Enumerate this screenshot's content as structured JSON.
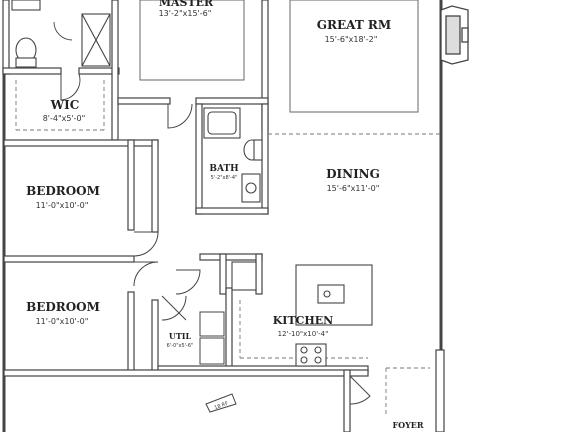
{
  "rooms": {
    "master": {
      "name": "MASTER",
      "dims": "13'-2\"x15'-6\""
    },
    "great_room": {
      "name": "GREAT RM",
      "dims": "15'-6\"x18'-2\""
    },
    "wic": {
      "name": "WIC",
      "dims": "8'-4\"x5'-0\""
    },
    "bath": {
      "name": "BATH",
      "dims": "5'-2\"x8'-4\""
    },
    "dining": {
      "name": "DINING",
      "dims": "15'-6\"x11'-0\""
    },
    "bedroom_1": {
      "name": "BEDROOM",
      "dims": "11'-0\"x10'-0\""
    },
    "bedroom_2": {
      "name": "BEDROOM",
      "dims": "11'-0\"x10'-0\""
    },
    "kitchen": {
      "name": "KITCHEN",
      "dims": "12'-10\"x10'-4\""
    },
    "util": {
      "name": "UTIL",
      "dims": "6'-0\"x5'-6\""
    },
    "foyer": {
      "name": "FOYER",
      "dims": ""
    }
  },
  "stair_tag": "18 RF",
  "colors": {
    "wall": "#444444",
    "wall_fill": "#ffffff",
    "line": "#555555",
    "dash": "#777777"
  }
}
